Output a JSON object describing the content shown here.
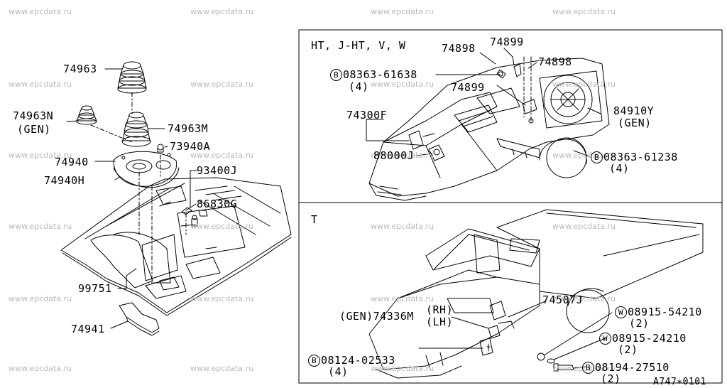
{
  "watermark": "www.epcdata.ru",
  "left_diagram": {
    "part_74963": "74963",
    "part_74963N": "74963N",
    "part_74963N_note": "(GEN)",
    "part_74963M": "74963M",
    "part_73940A": "73940A",
    "part_74940": "74940",
    "part_74940H": "74940H",
    "part_93400J": "93400J",
    "part_86830G": "86830G",
    "part_99751": "99751",
    "part_74941": "74941"
  },
  "top_right_panel": {
    "variant_label": "HT, J-HT, V, W",
    "part_74898_a": "74898",
    "part_74899_a": "74899",
    "part_74898_b": "74898",
    "bolt_symbol_1": "B",
    "part_08363_61638": "08363-61638",
    "qty_08363_61638": "(4)",
    "part_74899_b": "74899",
    "part_74300F": "74300F",
    "part_84910Y": "84910Y",
    "part_84910Y_note": "(GEN)",
    "part_88000J": "88000J",
    "bolt_symbol_2": "B",
    "part_08363_61238": "08363-61238",
    "qty_08363_61238": "(4)"
  },
  "bottom_right_panel": {
    "variant_label": "T",
    "part_74507J": "74507J",
    "part_74336M": "(GEN)74336M",
    "rh_label": "(RH)",
    "lh_label": "(LH)",
    "washer_symbol_1": "W",
    "part_08915_54210": "08915-54210",
    "qty_08915_54210": "(2)",
    "washer_symbol_2": "W",
    "part_08915_24210": "08915-24210",
    "qty_08915_24210": "(2)",
    "bolt_symbol_3": "B",
    "part_08124_02533": "08124-02533",
    "qty_08124_02533": "(4)",
    "bolt_symbol_4": "B",
    "part_08194_27510": "08194-27510",
    "qty_08194_27510": "(2)"
  },
  "drawing_code": "A747∗0101"
}
